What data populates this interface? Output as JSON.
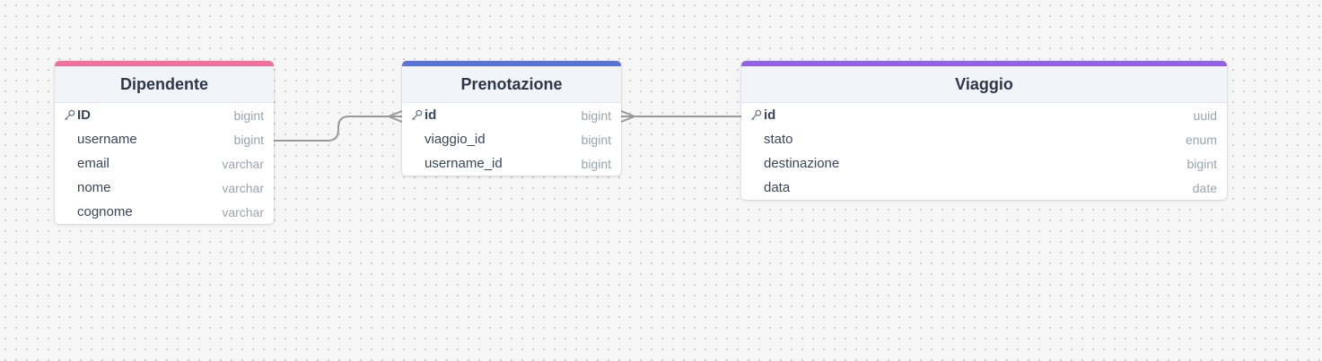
{
  "tables": [
    {
      "name": "Dipendente",
      "color": "#f2709c",
      "fields": [
        {
          "name": "ID",
          "type": "bigint",
          "pk": true
        },
        {
          "name": "username",
          "type": "bigint"
        },
        {
          "name": "email",
          "type": "varchar"
        },
        {
          "name": "nome",
          "type": "varchar"
        },
        {
          "name": "cognome",
          "type": "varchar"
        }
      ]
    },
    {
      "name": "Prenotazione",
      "color": "#5b72d6",
      "fields": [
        {
          "name": "id",
          "type": "bigint",
          "pk": true
        },
        {
          "name": "viaggio_id",
          "type": "bigint"
        },
        {
          "name": "username_id",
          "type": "bigint"
        }
      ]
    },
    {
      "name": "Viaggio",
      "color": "#9461e6",
      "fields": [
        {
          "name": "id",
          "type": "uuid",
          "pk": true
        },
        {
          "name": "stato",
          "type": "enum"
        },
        {
          "name": "destinazione",
          "type": "bigint"
        },
        {
          "name": "data",
          "type": "date"
        }
      ]
    }
  ],
  "relations": [
    {
      "from": "Dipendente.username",
      "to": "Prenotazione.id",
      "to_cardinality": "many"
    },
    {
      "from": "Prenotazione.id",
      "to": "Viaggio.id",
      "from_cardinality": "many"
    }
  ],
  "colors": {
    "connector": "#999999"
  }
}
